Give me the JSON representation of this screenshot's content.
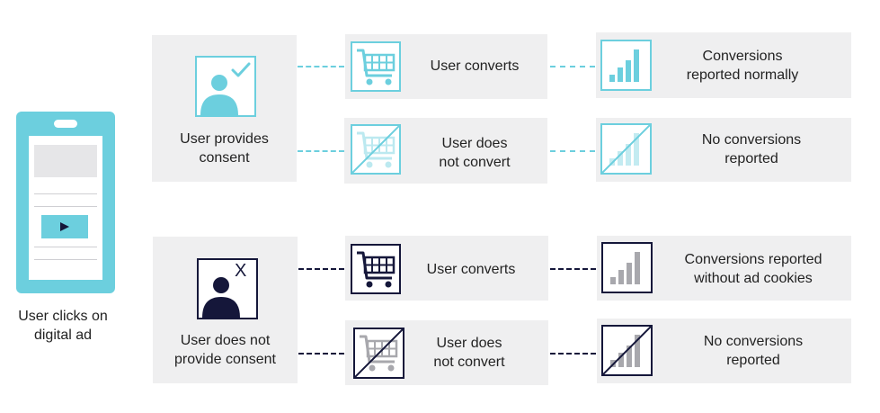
{
  "colors": {
    "accent": "#6ccfde",
    "dark": "#15173a",
    "gray": "#a8a8ad",
    "box": "#efeff0",
    "white": "#ffffff"
  },
  "phone": {
    "caption": "User clicks on\ndigital ad"
  },
  "consent": {
    "source_label": "User provides\nconsent",
    "source_icon": "user-check-icon",
    "converts": {
      "action_label": "User converts",
      "action_icon": "cart-icon",
      "result_label": "Conversions\nreported normally",
      "result_icon": "bar-chart-icon"
    },
    "no_convert": {
      "action_label": "User does\nnot convert",
      "action_icon": "cart-crossed-icon",
      "result_label": "No conversions\nreported",
      "result_icon": "bar-chart-crossed-icon"
    }
  },
  "no_consent": {
    "source_label": "User does not\nprovide consent",
    "source_icon": "user-x-icon",
    "source_mark": "X",
    "converts": {
      "action_label": "User converts",
      "action_icon": "cart-icon",
      "result_label": "Conversions reported\nwithout ad cookies",
      "result_icon": "bar-chart-icon"
    },
    "no_convert": {
      "action_label": "User does\nnot convert",
      "action_icon": "cart-crossed-icon",
      "result_label": "No conversions\nreported",
      "result_icon": "bar-chart-crossed-icon"
    }
  }
}
